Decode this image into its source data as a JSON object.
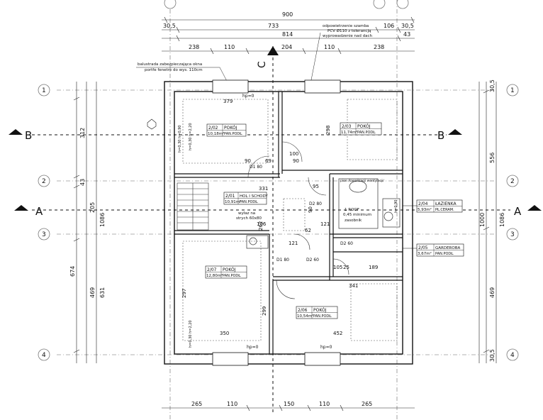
{
  "drawing": {
    "total_width": "900",
    "top_dim_row1": [
      "30,5",
      "733",
      "106",
      "30,5"
    ],
    "top_dim_row2": [
      "814",
      "43"
    ],
    "top_dim_row3": [
      "238",
      "110",
      "204",
      "110",
      "238"
    ],
    "vent_note": [
      "odpowietrzenie szamba",
      "PCV Ø110 z tolerancją",
      "wyprowadzenie nad dach"
    ],
    "balustrade_note": [
      "balustrada zabezpieczająca okna",
      "portfe fenetre do wys. 110cm"
    ],
    "bottom_dims": [
      "265",
      "110",
      "150",
      "110",
      "265"
    ],
    "left_dims_outer": [
      "312",
      "43",
      "205",
      "674",
      "469"
    ],
    "left_dims_inner": [
      "1086",
      "631"
    ],
    "right_dims": [
      "556",
      "1000",
      "1086",
      "469"
    ],
    "right_dims_small": [
      "30,5",
      "30,5"
    ],
    "axis_labels": {
      "one": "1",
      "two": "2",
      "three": "3",
      "four": "4",
      "b": "B",
      "a": "A",
      "c": "C"
    },
    "hatch_labels": [
      "hp=0",
      "hp=0",
      "hp=0"
    ],
    "inner_dims": [
      "379",
      "298",
      "341",
      "452",
      "350",
      "297",
      "299",
      "331",
      "100",
      "90",
      "90",
      "69",
      "95",
      "90",
      "121",
      "189",
      "105",
      "25",
      "62",
      "121",
      "262",
      "106"
    ],
    "door_labels": [
      "D1 80",
      "D2 80",
      "D2 60",
      "D1 80",
      "D2 60"
    ]
  },
  "rooms": [
    {
      "id": "room-202",
      "number": "2/02",
      "name": "POKÓJ",
      "area": "10,18m²",
      "floor": "PAN.PODŁ."
    },
    {
      "id": "room-203",
      "number": "2/03",
      "name": "POKÓJ",
      "area": "11,74m²",
      "floor": "PAN.PODŁ."
    },
    {
      "id": "room-201",
      "number": "2/01",
      "name": "HOL I SCHODY",
      "area": "10,91m²",
      "floor": "PAN.PODŁ."
    },
    {
      "id": "room-204",
      "number": "2/04",
      "name": "ŁAZIENKA",
      "area": "5,93m²",
      "floor": "PŁ.CERAM."
    },
    {
      "id": "room-205",
      "number": "2/05",
      "name": "GARDEROBA",
      "area": "3,67m²",
      "floor": "PAN.PODŁ."
    },
    {
      "id": "room-207",
      "number": "2/07",
      "name": "POKÓJ",
      "area": "12,80m²",
      "floor": "PAN.PODŁ."
    },
    {
      "id": "room-206",
      "number": "2/06",
      "name": "POKÓJ",
      "area": "10,54m²",
      "floor": "PAN.PODŁ."
    }
  ],
  "notes": {
    "stairs_exit": [
      "wyłaz na",
      "strych 60x80"
    ],
    "bath_fixtures": [
      "1 ROOF",
      "0,45 minimum",
      "zasobnik"
    ],
    "heating": "pion /kanalizacji wentylacji/",
    "bed_labels": [
      "h=0,30 h=0,90",
      "h=0,30 h=2,20",
      "h=0,90",
      "h=0,30 h=2,20"
    ]
  }
}
